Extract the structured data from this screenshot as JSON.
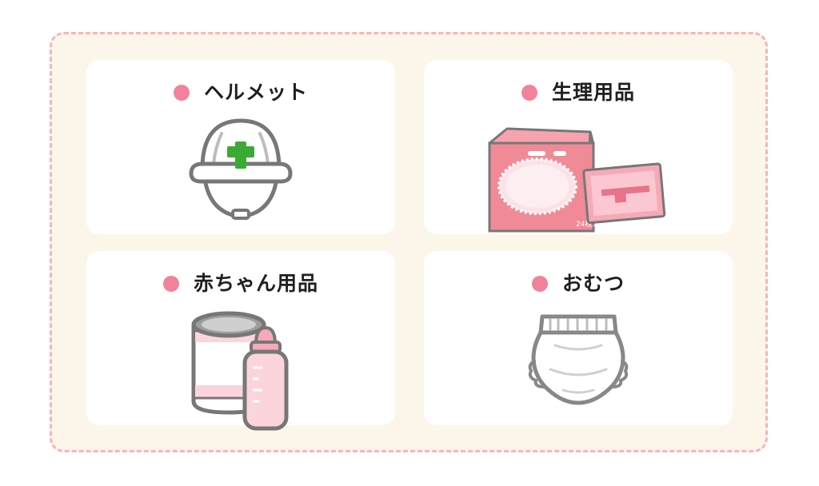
{
  "categories": [
    {
      "label": "ヘルメット",
      "icon": "helmet-icon"
    },
    {
      "label": "生理用品",
      "icon": "sanitary-pad-box-icon",
      "box_text": "24枚入"
    },
    {
      "label": "赤ちゃん用品",
      "icon": "formula-can-and-baby-bottle-icon"
    },
    {
      "label": "おむつ",
      "icon": "diaper-icon"
    }
  ],
  "colors": {
    "frame_background": "#fcf6ea",
    "frame_border": "#f6b3c0",
    "card_background": "#ffffff",
    "bullet": "#f2829b"
  }
}
